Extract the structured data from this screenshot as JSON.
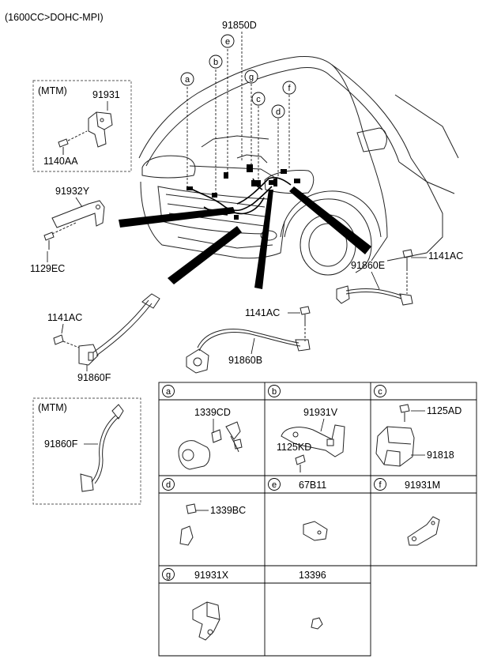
{
  "header": {
    "engine_spec": "(1600CC>DOHC-MPI)"
  },
  "callouts": {
    "main_harness": "91850D",
    "a": "a",
    "b": "b",
    "c": "c",
    "d": "d",
    "e": "e",
    "f": "f",
    "g": "g"
  },
  "mtm_box_1": {
    "title": "(MTM)",
    "bracket": "91931",
    "bolt": "1140AA"
  },
  "parts": {
    "bracket_y": "91932Y",
    "bolt_ec": "1129EC",
    "bolt_ac_right": "1141AC",
    "cable_e": "91860E",
    "bolt_ac_mid": "1141AC",
    "cable_b": "91860B",
    "bolt_ac_left": "1141AC",
    "cable_f": "91860F"
  },
  "mtm_box_2": {
    "title": "(MTM)",
    "cable": "91860F"
  },
  "table": {
    "row1": [
      {
        "letter": "a",
        "parts": [
          "1339CD"
        ]
      },
      {
        "letter": "b",
        "parts": [
          "91931V",
          "1125KD"
        ]
      },
      {
        "letter": "c",
        "parts": [
          "1125AD",
          "91818"
        ]
      }
    ],
    "row2": [
      {
        "letter": "d",
        "parts": [
          "1339BC"
        ]
      },
      {
        "letter": "e",
        "header_part": "67B11"
      },
      {
        "letter": "f",
        "header_part": "91931M"
      }
    ],
    "row3": [
      {
        "letter": "g",
        "header_part": "91931X"
      },
      {
        "letter": "",
        "header_part": "13396"
      }
    ]
  }
}
